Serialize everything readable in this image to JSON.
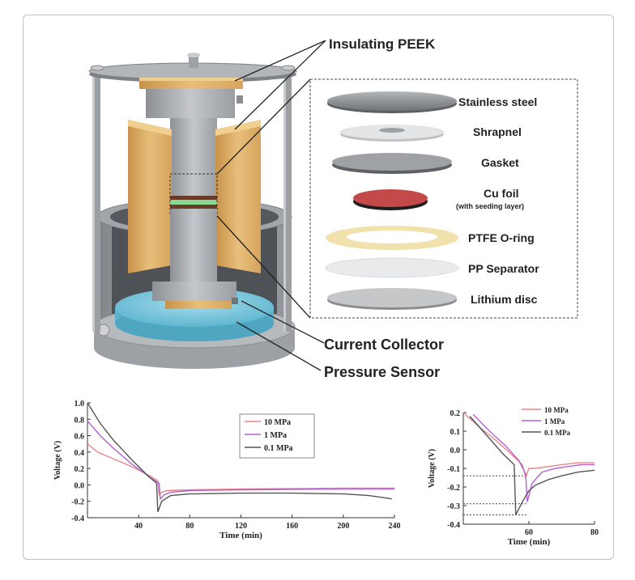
{
  "callouts": {
    "insulating_peek": "Insulating PEEK",
    "current_collector": "Current Collector",
    "pressure_sensor": "Pressure Sensor"
  },
  "stack_layers": [
    {
      "label": "Stainless steel",
      "note": ""
    },
    {
      "label": "Shrapnel",
      "note": ""
    },
    {
      "label": "Gasket",
      "note": ""
    },
    {
      "label": "Cu foil",
      "note": "(with seeding layer)"
    },
    {
      "label": "PTFE O-ring",
      "note": ""
    },
    {
      "label": "PP Separator",
      "note": ""
    },
    {
      "label": "Lithium disc",
      "note": ""
    }
  ],
  "colors": {
    "peek": "#d9a85c",
    "steel": "#a9adb1",
    "sensor": "#79c5dc",
    "cu": "#c44a4a",
    "seed_layer": "#86d98f",
    "ptfe": "#f1e4b3",
    "s10": "#e8868a",
    "s1": "#b262cf",
    "s01": "#555555"
  },
  "chart_data": [
    {
      "type": "line",
      "title": "",
      "xlabel": "Time (min)",
      "ylabel": "Voltage (V)",
      "xlim": [
        0,
        240
      ],
      "ylim": [
        -0.4,
        1.0
      ],
      "xticks": [
        40,
        80,
        120,
        160,
        200,
        240
      ],
      "yticks": [
        1.0,
        0.8,
        0.6,
        0.4,
        0.2,
        0.0,
        -0.2,
        -0.4
      ],
      "legend_position": "top-right",
      "series": [
        {
          "name": "10 MPa",
          "color": "#e8868a",
          "x": [
            0,
            8,
            20,
            35,
            50,
            55,
            56,
            58,
            62,
            80,
            120,
            160,
            200,
            240
          ],
          "y": [
            0.5,
            0.4,
            0.32,
            0.22,
            0.1,
            0.05,
            -0.12,
            -0.09,
            -0.07,
            -0.06,
            -0.05,
            -0.045,
            -0.04,
            -0.04
          ]
        },
        {
          "name": "1 MPa",
          "color": "#b262cf",
          "x": [
            0,
            10,
            20,
            35,
            50,
            56,
            57,
            60,
            65,
            80,
            120,
            160,
            200,
            240
          ],
          "y": [
            0.78,
            0.6,
            0.45,
            0.25,
            0.08,
            0.02,
            -0.17,
            -0.12,
            -0.09,
            -0.07,
            -0.06,
            -0.055,
            -0.05,
            -0.05
          ]
        },
        {
          "name": "0.1 MPa",
          "color": "#555555",
          "x": [
            0,
            10,
            20,
            35,
            48,
            54,
            55,
            58,
            65,
            80,
            120,
            160,
            200,
            220,
            238
          ],
          "y": [
            1.0,
            0.75,
            0.55,
            0.3,
            0.1,
            0.02,
            -0.33,
            -0.2,
            -0.13,
            -0.11,
            -0.1,
            -0.1,
            -0.11,
            -0.13,
            -0.17
          ]
        }
      ]
    },
    {
      "type": "line",
      "title": "",
      "xlabel": "Time (min)",
      "ylabel": "Voltage (V)",
      "xlim": [
        40,
        80
      ],
      "ylim": [
        -0.4,
        0.2
      ],
      "xticks": [
        60,
        80
      ],
      "yticks": [
        0.2,
        0.1,
        0.0,
        -0.1,
        -0.2,
        -0.3,
        -0.4
      ],
      "legend_position": "top-right",
      "series": [
        {
          "name": "10 MPa",
          "color": "#e8868a",
          "x": [
            40,
            45,
            50,
            55,
            58,
            59,
            60,
            62,
            66,
            70,
            75,
            80
          ],
          "y": [
            0.2,
            0.12,
            0.05,
            -0.03,
            -0.08,
            -0.15,
            -0.1,
            -0.1,
            -0.09,
            -0.08,
            -0.07,
            -0.07
          ]
        },
        {
          "name": "1 MPa",
          "color": "#b262cf",
          "x": [
            43,
            48,
            53,
            57,
            59,
            59.5,
            61,
            64,
            68,
            72,
            76,
            80
          ],
          "y": [
            0.19,
            0.1,
            0.02,
            -0.06,
            -0.13,
            -0.28,
            -0.18,
            -0.12,
            -0.1,
            -0.09,
            -0.08,
            -0.08
          ]
        },
        {
          "name": "0.1 MPa",
          "color": "#555555",
          "x": [
            42,
            47,
            52,
            55.5,
            56,
            58,
            60,
            62,
            66,
            70,
            75,
            80
          ],
          "y": [
            0.18,
            0.08,
            -0.02,
            -0.08,
            -0.35,
            -0.28,
            -0.22,
            -0.19,
            -0.16,
            -0.14,
            -0.12,
            -0.11
          ]
        }
      ],
      "reference_lines_y": [
        -0.14,
        -0.29,
        -0.35
      ]
    }
  ]
}
